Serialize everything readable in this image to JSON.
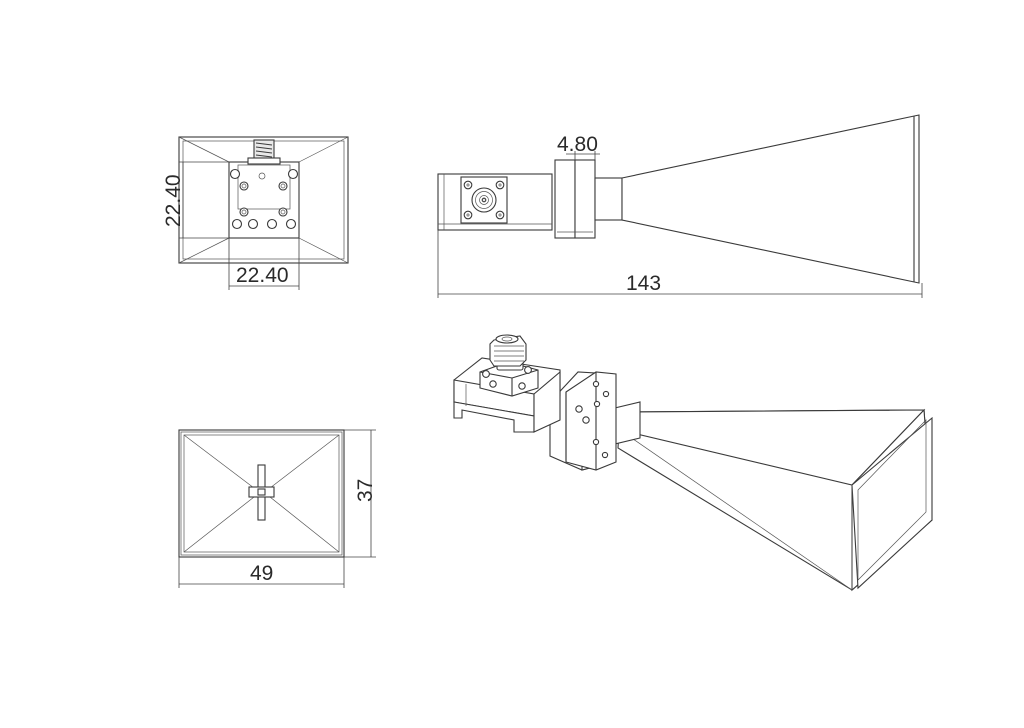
{
  "views": {
    "front": {
      "dim_height": "22.40",
      "dim_width": "22.40"
    },
    "side": {
      "dim_flange": "4.80",
      "dim_length": "143"
    },
    "aperture": {
      "dim_height": "37",
      "dim_width": "49"
    },
    "isometric": {}
  }
}
